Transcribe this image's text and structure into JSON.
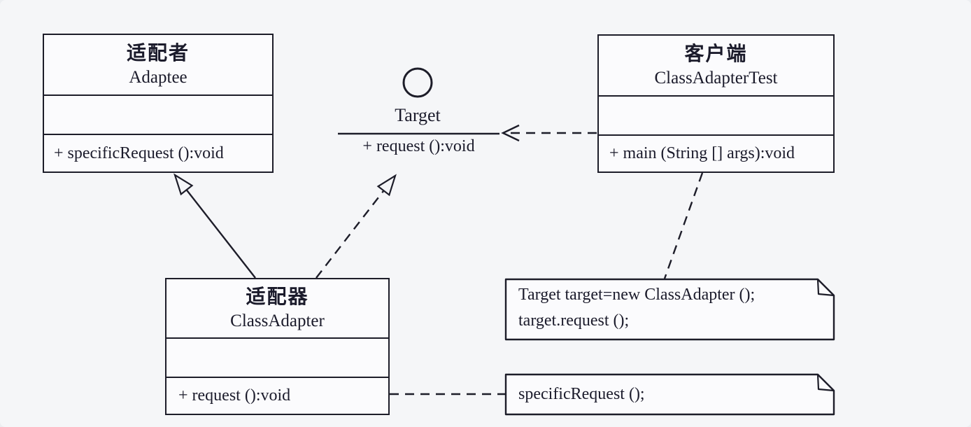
{
  "diagram_title": "Class Adapter pattern UML diagram",
  "colors": {
    "line": "#1d1d29",
    "text": "#1b1b2b",
    "background": "#f5f6f8",
    "box_fill": "#fbfbfd"
  },
  "classes": {
    "adaptee": {
      "name_cn": "适配者",
      "name_en": "Adaptee",
      "attributes": "",
      "method": "+ specificRequest ():void"
    },
    "client": {
      "name_cn": "客户端",
      "name_en": "ClassAdapterTest",
      "attributes": "",
      "method": "+ main (String [] args):void"
    },
    "adapter": {
      "name_cn": "适配器",
      "name_en": "ClassAdapter",
      "attributes": "",
      "method": "+ request ():void"
    }
  },
  "interface": {
    "name": "Target",
    "method": "+ request ():void"
  },
  "notes": {
    "client_note": {
      "line1": "Target target=new ClassAdapter ();",
      "line2": "target.request ();"
    },
    "adapter_note": {
      "line1": "specificRequest ();"
    }
  },
  "relationships": [
    {
      "from": "ClassAdapter",
      "to": "Adaptee",
      "type": "generalization",
      "style": "solid, open triangle arrowhead"
    },
    {
      "from": "ClassAdapter",
      "to": "Target",
      "type": "realization",
      "style": "dashed, open triangle arrowhead"
    },
    {
      "from": "ClassAdapterTest",
      "to": "Target",
      "type": "dependency",
      "style": "dashed, open vee arrowhead"
    },
    {
      "from": "ClassAdapterTest",
      "to": "client_note",
      "type": "note-anchor",
      "style": "dashed"
    },
    {
      "from": "ClassAdapter.request",
      "to": "adapter_note",
      "type": "note-anchor",
      "style": "dashed"
    }
  ]
}
